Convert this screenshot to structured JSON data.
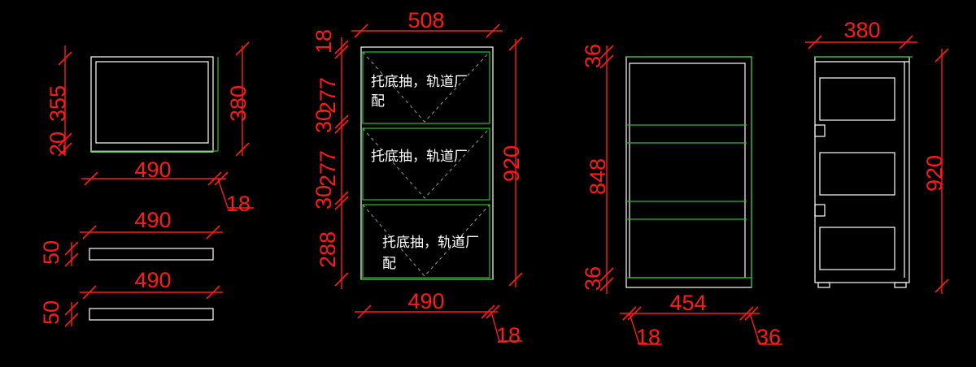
{
  "views": {
    "drawer_bottom": {
      "depth": "355",
      "bottom": "20",
      "height": "380",
      "width": "490",
      "side": "18"
    },
    "strip_a": {
      "length": "490",
      "height": "50"
    },
    "strip_b": {
      "length": "490",
      "height": "50"
    },
    "front": {
      "width_top": "508",
      "top": "18",
      "drawer_1": "277",
      "gap_1": "30",
      "drawer_2": "277",
      "gap_2": "30",
      "drawer_3": "288",
      "height": "920",
      "width_bottom": "490",
      "side": "18",
      "notes": [
        {
          "line1": "托底抽，轨道厂",
          "line2": "配"
        },
        {
          "line1": "托底抽，轨道厂",
          "line2": ""
        },
        {
          "line1": "托底抽，轨道厂",
          "line2": "配"
        }
      ]
    },
    "carcass": {
      "top": "36",
      "middle": "848",
      "bottom": "36",
      "width": "454",
      "left": "18",
      "right": "36"
    },
    "side": {
      "depth": "380",
      "height": "920"
    }
  },
  "colors": {
    "dimension": "#ff1a1a",
    "outline": "#ffffff",
    "panel": "#27c02a",
    "hidden": "#9a9a9a",
    "background": "#000000"
  }
}
